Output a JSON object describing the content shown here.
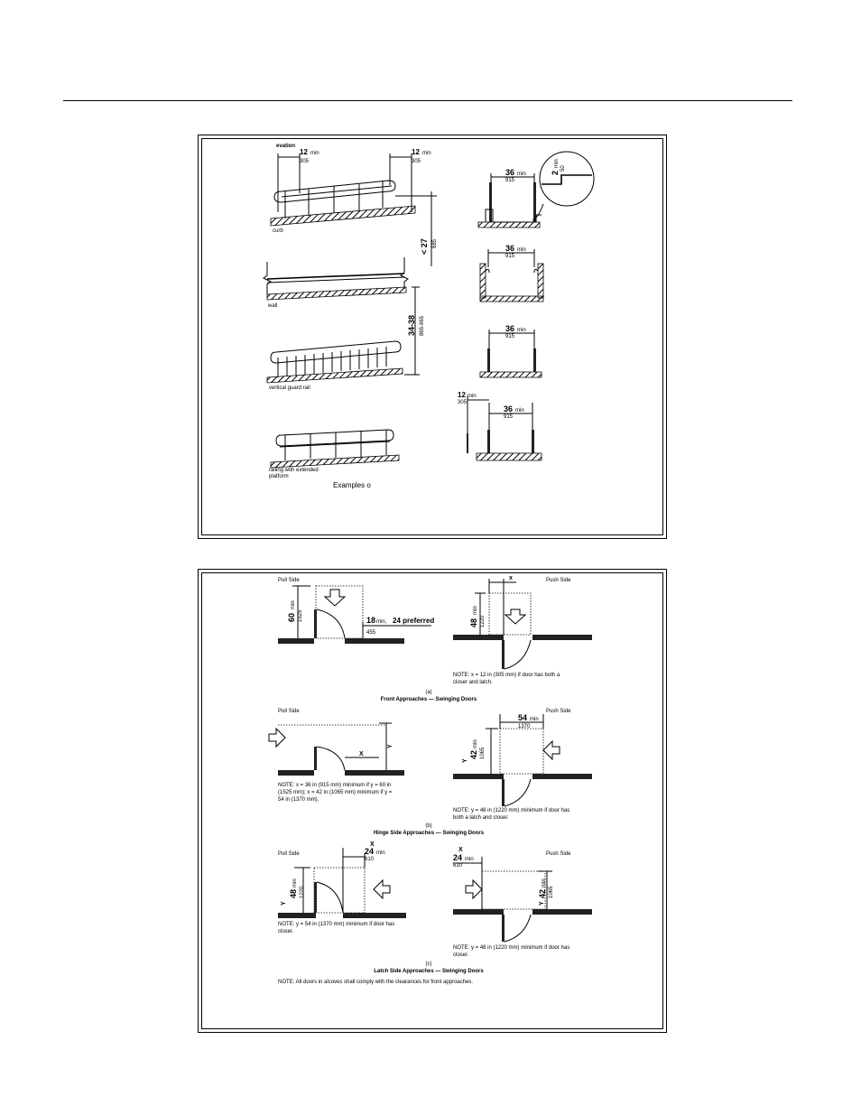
{
  "figure1": {
    "elevation_label": "evation",
    "ext_left_value": "12",
    "ext_left_unit": "min",
    "ext_left_mm": "305",
    "ext_right_value": "12",
    "ext_right_unit": "min",
    "ext_right_mm": "305",
    "curb_label": "curb",
    "height_max": "< 27",
    "height_max_mm": "685",
    "wall_label": "wall",
    "height_range": "34-38",
    "height_range_mm": "865-965",
    "vertical_label": "vertical guard rail",
    "extended_label_line1": "railing with extended",
    "extended_label_line2": "platform",
    "caption": "Examples o",
    "width_value": "36",
    "width_unit": "min",
    "width_mm": "915",
    "detail_value": "2",
    "detail_unit": "min",
    "detail_mm": "50",
    "ext_bottom_value": "12",
    "ext_bottom_unit": "min",
    "ext_bottom_mm": "305"
  },
  "figure2": {
    "pull_side": "Pull Side",
    "push_side": "Push Side",
    "a_left_dim": "60",
    "a_left_unit": "min",
    "a_left_mm": "1525",
    "a_left_clear": "18",
    "a_left_clear_unit": "min,",
    "a_left_preferred": "24 preferred",
    "a_left_clear_mm": "455",
    "a_right_x": "x",
    "a_right_dim": "48",
    "a_right_unit": "min",
    "a_right_mm": "1220",
    "a_note_line1": "NOTE: x = 12 in (305 mm) if door has both a",
    "a_note_line2": "closer and latch.",
    "a_label": "(a)",
    "a_caption": "Front Approaches — Swinging Doors",
    "b_left_x": "X",
    "b_left_y": "Y",
    "b_left_note_line1": "NOTE: x = 36 in (915 mm) minimum if y = 60 in",
    "b_left_note_line2": "(1525 mm); x = 42 in (1065 mm) minimum if y =",
    "b_left_note_line3": "54 in (1370 mm).",
    "b_right_dim": "54",
    "b_right_unit": "min",
    "b_right_mm": "1370",
    "b_right_y": "Y",
    "b_right_dim2": "42",
    "b_right_unit2": "min",
    "b_right_mm2": "1065",
    "b_right_note_line1": "NOTE: y = 48 in (1220 mm) minimum if door has",
    "b_right_note_line2": "both a latch and closer.",
    "b_label": "(b)",
    "b_caption": "Hinge Side Approaches — Swinging Doors",
    "c_left_x": "X",
    "c_left_dim": "24",
    "c_left_unit": "min",
    "c_left_mm": "610",
    "c_left_y": "Y",
    "c_left_dim2": "48",
    "c_left_unit2": "min",
    "c_left_mm2": "1220",
    "c_left_note_line1": "NOTE: y = 54 in (1370 mm) minimum if door has",
    "c_left_note_line2": "closer.",
    "c_right_x": "X",
    "c_right_dim": "24",
    "c_right_unit": "min",
    "c_right_mm": "610",
    "c_right_y": "Y",
    "c_right_dim2": "42",
    "c_right_unit2": "min",
    "c_right_mm2": "1065",
    "c_right_note_line1": "NOTE: y = 48 in (1220 mm) minimum if door has",
    "c_right_note_line2": "closer.",
    "c_label": "(c)",
    "c_caption": "Latch Side Approaches — Swinging Doors",
    "general_note": "NOTE: All doors in alcoves shall comply with the clearances for front approaches."
  }
}
